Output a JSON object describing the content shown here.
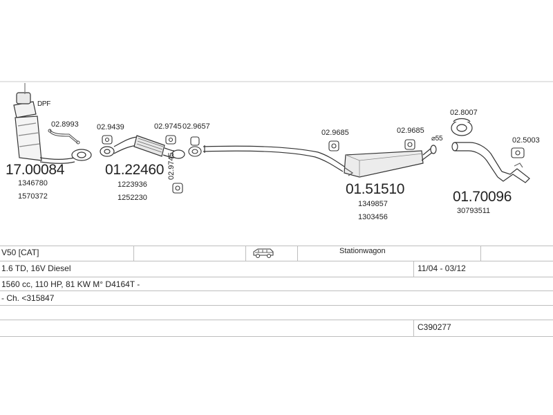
{
  "diagram": {
    "dpf_label": "DPF",
    "size_label": "⌀55",
    "parts": [
      {
        "number": "17.00084",
        "oe": [
          "1346780",
          "1570372"
        ]
      },
      {
        "number": "01.22460",
        "oe": [
          "1223936",
          "1252230"
        ]
      },
      {
        "number": "01.51510",
        "oe": [
          "1349857",
          "1303456"
        ]
      },
      {
        "number": "01.70096",
        "oe": [
          "30793511"
        ]
      }
    ],
    "accessories": [
      "02.8993",
      "02.9439",
      "02.9745",
      "02.9657",
      "02.9745",
      "02.9685",
      "02.9685",
      "02.8007",
      "02.5003"
    ]
  },
  "info": {
    "model": "V50  [CAT]",
    "body_icon": "station-wagon-car-icon",
    "body_type": "Stationwagon",
    "engine": "1.6 TD, 16V Diesel",
    "period": "11/04 - 03/12",
    "specs": "1560 cc, 110 HP, 81 KW M° D4164T -",
    "chassis": "- Ch. <315847",
    "code": "C390277"
  }
}
